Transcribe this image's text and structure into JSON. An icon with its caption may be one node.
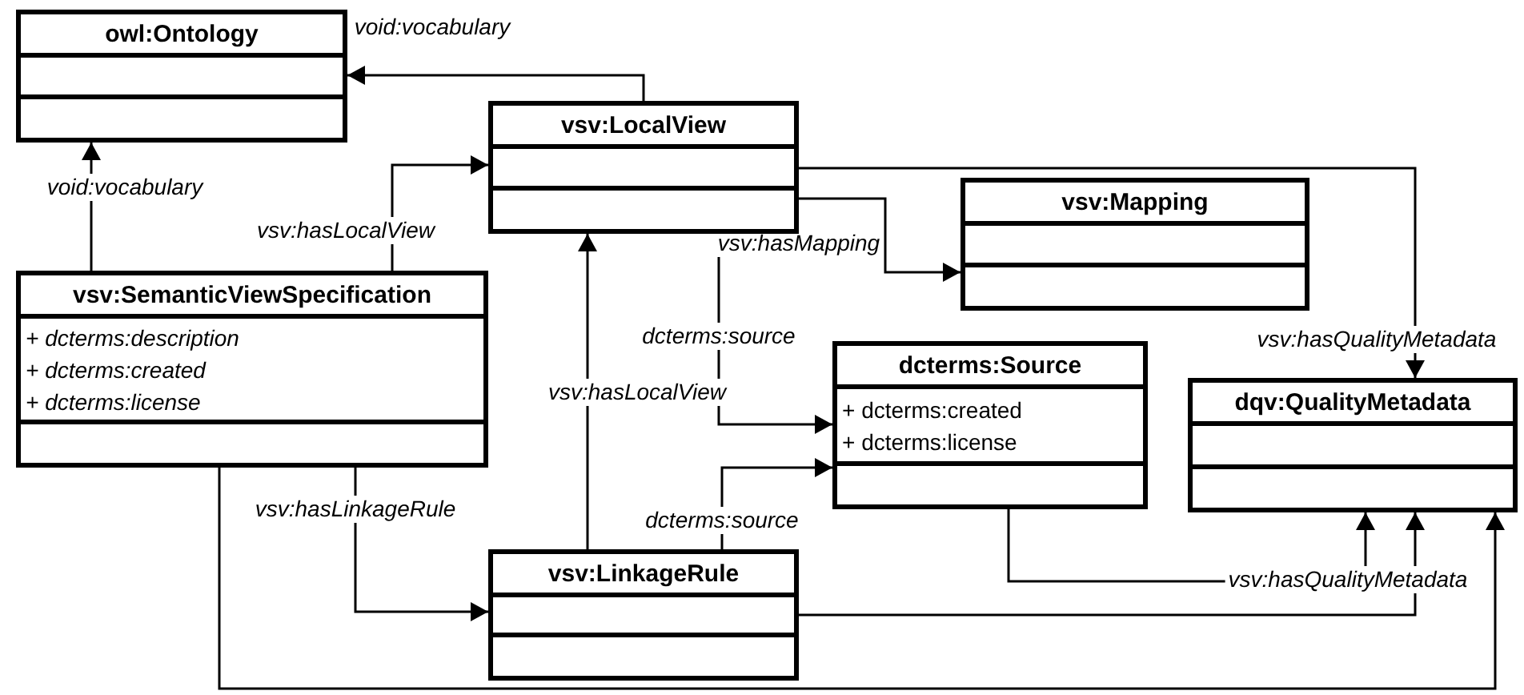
{
  "diagram": {
    "nodes": [
      {
        "text": [
          "owl:Ontology"
        ]
      },
      {
        "text": [
          "vsv:LocalView"
        ]
      },
      {
        "text": [
          "vsv:Mapping"
        ]
      },
      {
        "text": [
          "vsv:SemanticViewSpecification",
          "+ dcterms:description",
          "+ dcterms:created",
          "+ dcterms:license"
        ]
      },
      {
        "text": [
          "dcterms:Source",
          "+ dcterms:created",
          "+ dcterms:license"
        ]
      },
      {
        "text": [
          "dqv:QualityMetadata"
        ]
      },
      {
        "text": [
          "vsv:LinkageRule"
        ]
      }
    ],
    "edges": [
      {
        "from": 1,
        "to": 0,
        "arrow": "to",
        "label": "void:vocabulary"
      },
      {
        "from": 3,
        "to": 0,
        "arrow": "to",
        "label": "void:vocabulary"
      },
      {
        "from": 3,
        "to": 1,
        "arrow": "to",
        "label": "vsv:hasLocalView"
      },
      {
        "from": 1,
        "to": 2,
        "arrow": "to",
        "label": "vsv:hasMapping"
      },
      {
        "from": 1,
        "to": 4,
        "arrow": "to",
        "label": "dcterms:source"
      },
      {
        "from": 6,
        "to": 1,
        "arrow": "to",
        "label": "vsv:hasLocalView"
      },
      {
        "from": 6,
        "to": 4,
        "arrow": "to",
        "label": "dcterms:source"
      },
      {
        "from": 3,
        "to": 6,
        "arrow": "to",
        "label": "vsv:hasLinkageRule"
      },
      {
        "from": 1,
        "to": 5,
        "arrow": "to",
        "label": "vsv:hasQualityMetadata"
      },
      {
        "from": 4,
        "to": 5,
        "arrow": "to",
        "label": "vsv:hasQualityMetadata"
      },
      {
        "from": 6,
        "to": 5,
        "arrow": "to"
      },
      {
        "from": 3,
        "to": 5,
        "arrow": "to"
      }
    ]
  }
}
